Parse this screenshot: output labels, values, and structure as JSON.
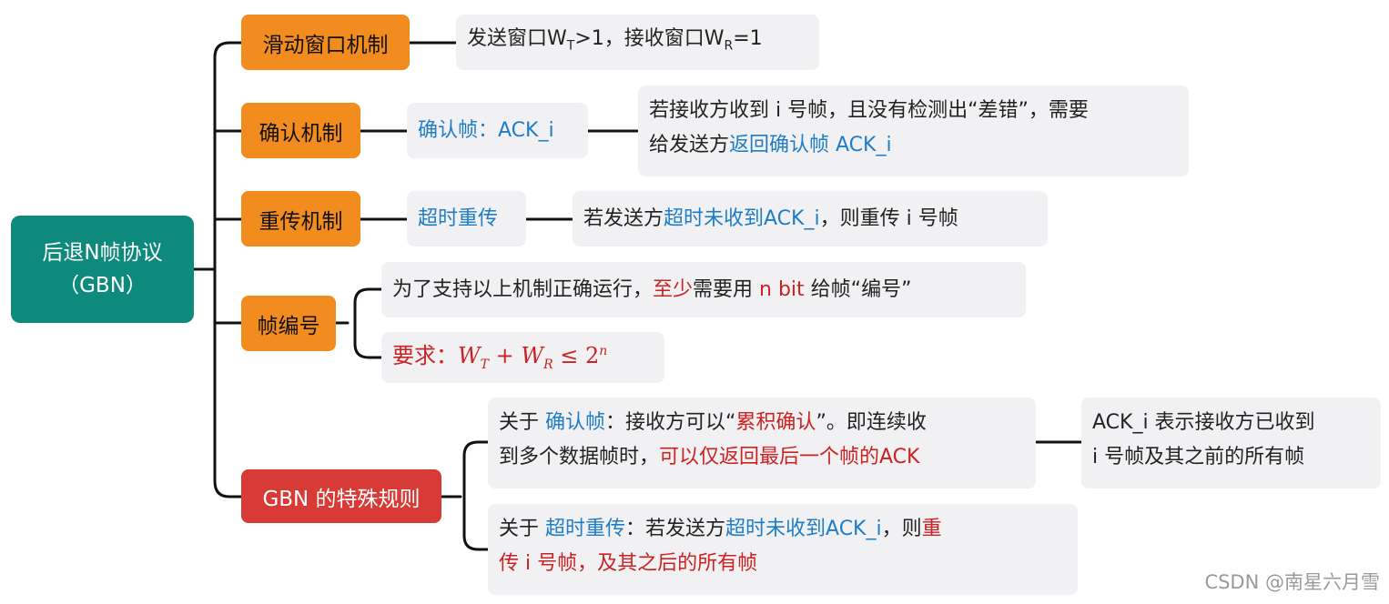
{
  "root": {
    "line1": "后退N帧协议",
    "line2": "（GBN）"
  },
  "categories": [
    {
      "label": "滑动窗口机制"
    },
    {
      "label": "确认机制"
    },
    {
      "label": "重传机制"
    },
    {
      "label": "帧编号"
    },
    {
      "label": "GBN 的特殊规则"
    }
  ],
  "sliding": {
    "a": "发送窗口W",
    "sub_t": "T",
    "b": ">1，接收窗口W",
    "sub_r": "R",
    "c": "=1"
  },
  "confirm": {
    "mid": "确认帧：ACK_i",
    "line1": "若接收方收到 i 号帧，且没有检测出“差错”，需要",
    "line2_a": "给发送方",
    "line2_b": "返回确认帧 ACK_i"
  },
  "retrans": {
    "mid": "超时重传",
    "a": "若发送方",
    "b": "超时未收到ACK_i",
    "c": "，则重传 i 号帧"
  },
  "numbering": {
    "l1_a": "为了支持以上机制正确运行，",
    "l1_b": "至少",
    "l1_c": "需要用 ",
    "l1_d": "n bit",
    "l1_e": " 给帧“编号”",
    "l2_a": "要求：",
    "l2_w1": "W",
    "l2_t": "T",
    "l2_plus": " + ",
    "l2_w2": "W",
    "l2_r": "R",
    "l2_le": " ≤ 2",
    "l2_n": "n"
  },
  "gbn": {
    "b1_a": "关于 ",
    "b1_b": "确认帧",
    "b1_c": "：接收方可以“",
    "b1_d": "累积确认",
    "b1_e": "”。即连续收",
    "b1_f": "到多个数据帧时，",
    "b1_g": "可以仅返回最后一个帧的ACK",
    "b1_note1": "ACK_i 表示接收方已收到",
    "b1_note2": "i 号帧及其之前的所有帧",
    "b2_a": "关于 ",
    "b2_b": "超时重传",
    "b2_c": "：若发送方",
    "b2_d": "超时未收到ACK_i",
    "b2_e": "，则",
    "b2_f": "重",
    "b2_g": "传 i 号帧，及其之后的所有帧"
  },
  "watermark": "CSDN @南星六月雪",
  "colors": {
    "root": "#0e8a7c",
    "category": "#f28c1e",
    "special": "#d83a36",
    "leaf": "#f1f1f3",
    "blue_text": "#1f7dc6",
    "red_text": "#cc2222"
  }
}
